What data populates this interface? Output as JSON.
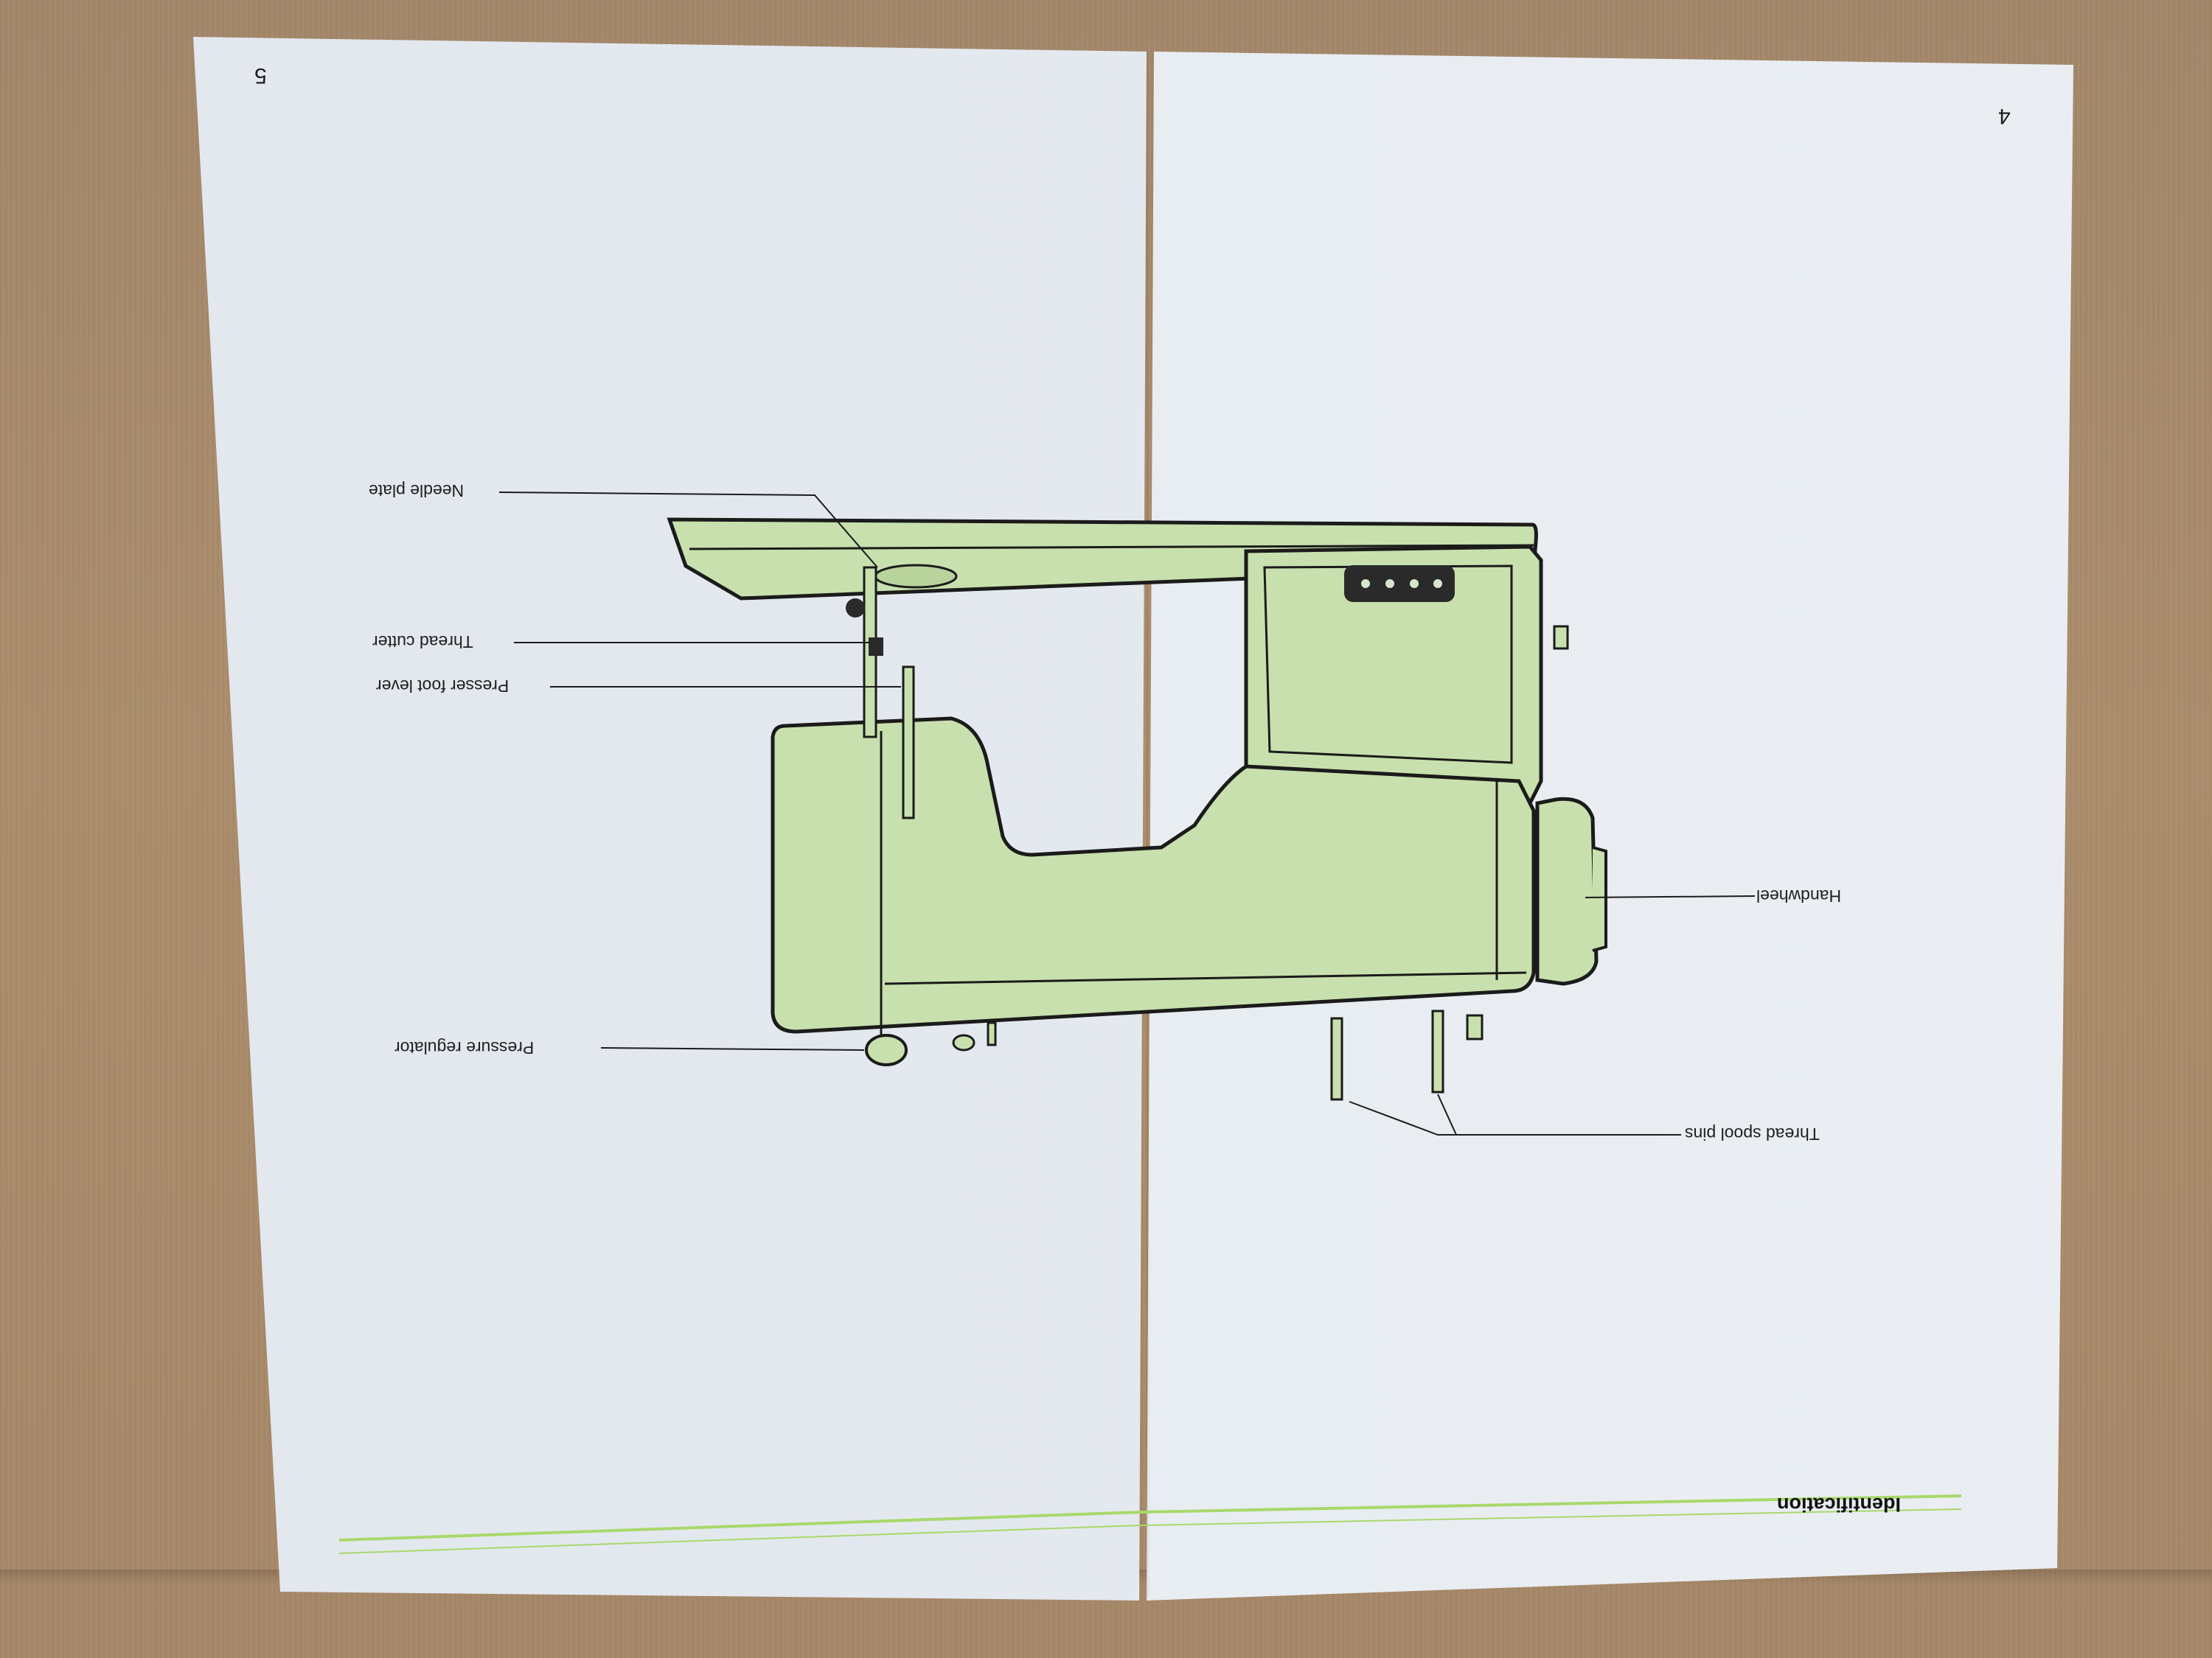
{
  "page_numbers": {
    "left": "5",
    "right": "4"
  },
  "section_title": "Identification",
  "labels": {
    "needle_plate": "Needle plate",
    "thread_cutter": "Thread cutter",
    "presser_foot_lever": "Presser foot lever",
    "pressure_regulator": "Pressure regulator",
    "handwheel": "Handwheel",
    "thread_spool_pins": "Thread spool pins"
  },
  "colors": {
    "machine_body": "#c8e0ad",
    "accent_line": "#a9d86a",
    "outline": "#1b1b1b",
    "page": "#e4e9ef",
    "cardboard": "#a88a68"
  }
}
